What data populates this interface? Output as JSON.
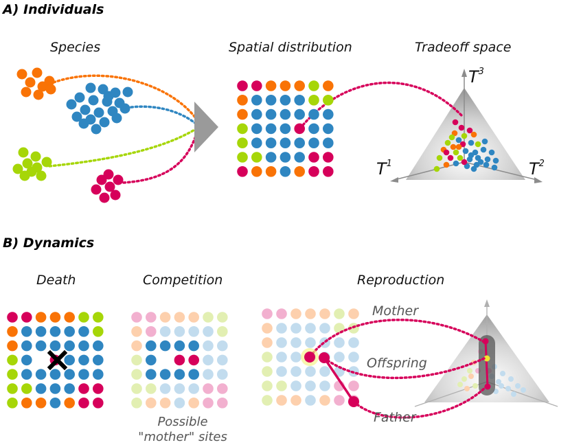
{
  "sections": {
    "a_label": "A)",
    "a_title": "Individuals",
    "b_label": "B)",
    "b_title": "Dynamics"
  },
  "headings": {
    "species": "Species",
    "spatial": "Spatial distribution",
    "tradeoff": "Tradeoff space",
    "death": "Death",
    "competition": "Competition",
    "reproduction": "Reproduction"
  },
  "axes": {
    "t1": "T",
    "t1_sup": "1",
    "t2": "T",
    "t2_sup": "2",
    "t3": "T",
    "t3_sup": "3"
  },
  "annotations": {
    "mother": "Mother",
    "offspring": "Offspring",
    "father": "Father",
    "possible_1": "Possible",
    "possible_2": "\"mother\" sites"
  },
  "colors": {
    "orange": "#f97306",
    "blue": "#2f86c1",
    "green": "#a6d608",
    "magenta": "#d6005a",
    "arrow": "#9a9a9a"
  },
  "grid_spatial": [
    "MMOOOGO",
    "OBBBBGG",
    "OBBBBBB",
    "GBBBMBB",
    "GBBBBBB",
    "GGBBBMM",
    "MOOBOMM"
  ],
  "grid_death": [
    "MMOOOGG",
    "OBBBBBG",
    "OBBBBBB",
    "GBXMBBB",
    "GBBBBBB",
    "GGBBBMM",
    "GOOBOMM"
  ],
  "grid_competition": [
    "MMOOOGG",
    "OMBBBBG",
    "OBBBBBB",
    "GBBFMBB",
    "GBBBBBB",
    "GGBBBMM",
    "GOOBOMM"
  ],
  "grid_reproduction": [
    "MMOOOGO",
    "OBBBBGG",
    "OBBBBBB",
    "GBBBBBB",
    "GBBBBBB",
    "GGBBBMM",
    "GOOBOMM"
  ]
}
